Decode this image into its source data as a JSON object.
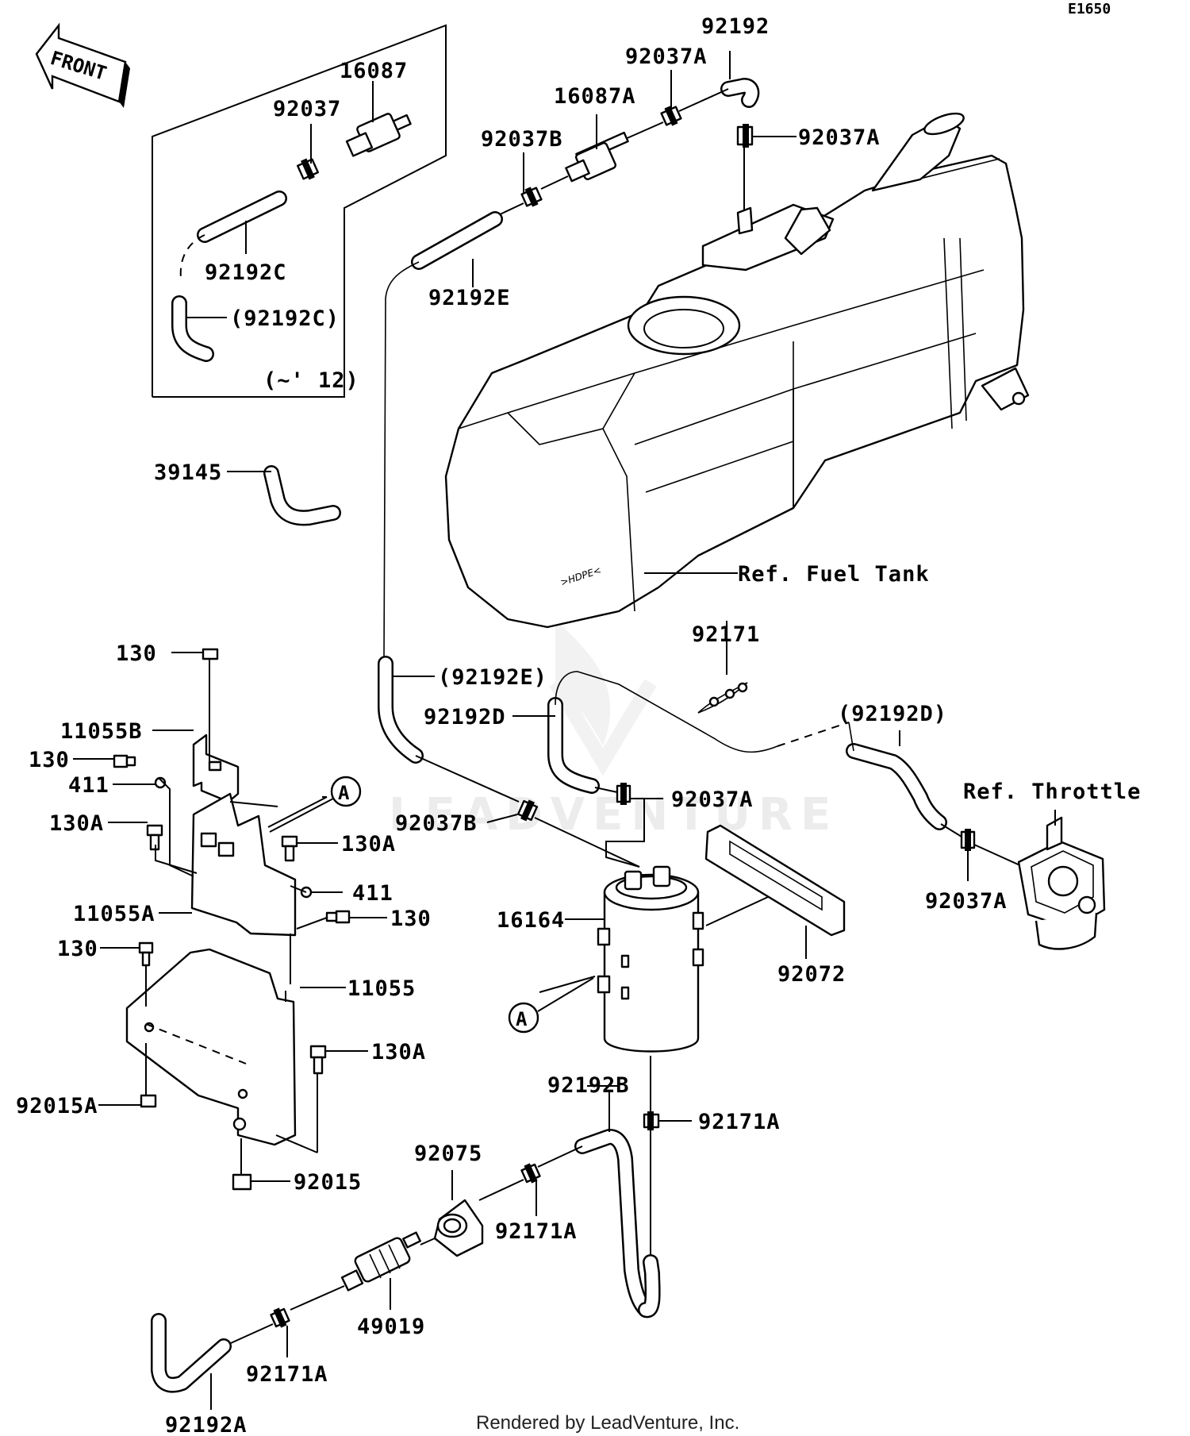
{
  "diagram_code": "E1650",
  "front_label": "FRONT",
  "inset_note": "(~' 12)",
  "tank_mark": ">HDPE<",
  "watermark": "LEADVENTURE",
  "footer": "Rendered by LeadVenture, Inc.",
  "references": {
    "fuel_tank": "Ref. Fuel Tank",
    "throttle": "Ref. Throttle"
  },
  "callouts": {
    "circle_a_1": "A",
    "circle_a_2": "A"
  },
  "labels": {
    "p92192": "92192",
    "p92037A_top": "92037A",
    "p16087A": "16087A",
    "p92037A_tank": "92037A",
    "p92037B_top": "92037B",
    "p16087": "16087",
    "p92037": "92037",
    "p92192C": "92192C",
    "p92192C_paren": "(92192C)",
    "p92192E": "92192E",
    "p39145": "39145",
    "p92171": "92171",
    "p92192E_paren": "(92192E)",
    "p92192D": "92192D",
    "p92192D_paren": "(92192D)",
    "p92037A_mid": "92037A",
    "p92037B_mid": "92037B",
    "p92037A_thr": "92037A",
    "p130_1": "130",
    "p11055B": "11055B",
    "p130_2": "130",
    "p411_1": "411",
    "p130A_1": "130A",
    "p130A_2": "130A",
    "p411_2": "411",
    "p130_3": "130",
    "p11055A": "11055A",
    "p130_4": "130",
    "p11055": "11055",
    "p130A_3": "130A",
    "p92015A": "92015A",
    "p92015": "92015",
    "p16164": "16164",
    "p92072": "92072",
    "p92192B": "92192B",
    "p92171A_1": "92171A",
    "p92075": "92075",
    "p92171A_2": "92171A",
    "p49019": "49019",
    "p92171A_3": "92171A",
    "p92192A": "92192A"
  }
}
